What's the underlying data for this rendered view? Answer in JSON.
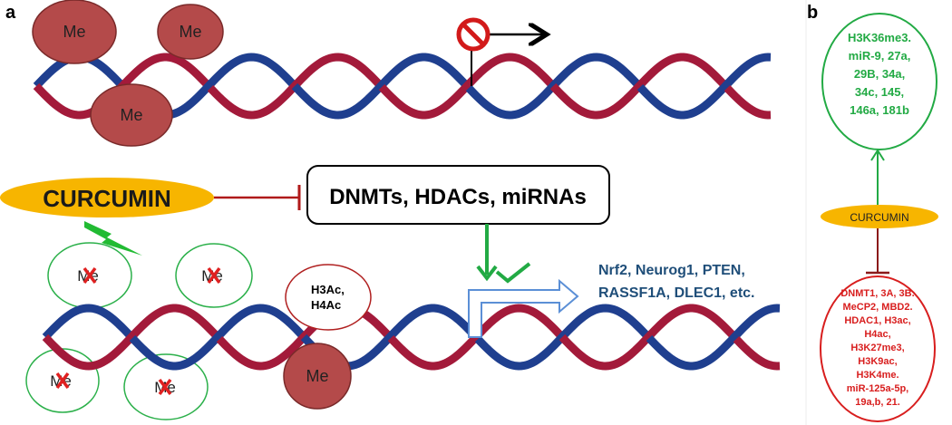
{
  "panel_a": {
    "letter": "a",
    "methyl_label": "Me",
    "curcumin_label": "CURCUMIN",
    "targets_box": "DNMTs, HDACs, miRNAs",
    "acetyl_line1": "H3Ac,",
    "acetyl_line2": "H4Ac",
    "genes_line1": "Nrf2, Neurog1, PTEN,",
    "genes_line2": "RASSF1A, DLEC1, etc."
  },
  "panel_b": {
    "letter": "b",
    "curcumin_label": "CURCUMIN",
    "upregulated": [
      "H3K36me3.",
      "miR-9, 27a,",
      "29B, 34a,",
      "34c, 145,",
      "146a, 181b"
    ],
    "downregulated": [
      "DNMT1, 3A, 3B.",
      "MeCP2, MBD2.",
      "HDAC1, H3ac,",
      "H4ac,",
      "H3K27me3,",
      "H3K9ac,",
      "H3K4me.",
      "miR-125a-5p,",
      "19a,b, 21."
    ]
  },
  "colors": {
    "strand_red": "#a31a3a",
    "strand_blue": "#1f3f8f",
    "methyl_fill": "#b44a4a",
    "curcumin_fill": "#f7b500",
    "activate_green": "#22aa44",
    "inhibit_red": "#b01a1a",
    "gene_text": "#1f4e79",
    "transcription_arrow": "#5b8fd6"
  }
}
